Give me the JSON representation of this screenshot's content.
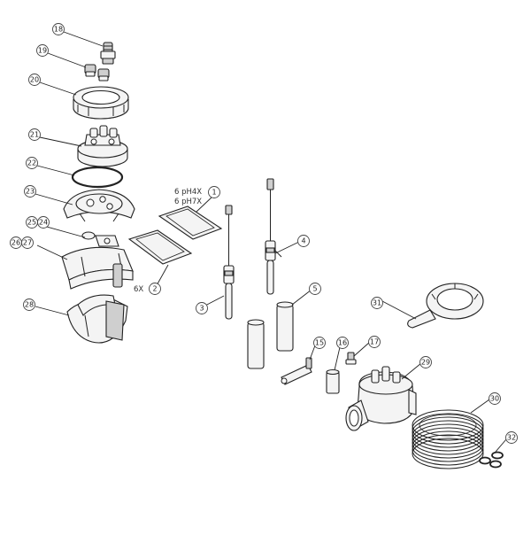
{
  "callouts": [
    {
      "id": "c18",
      "label": "18"
    },
    {
      "id": "c19",
      "label": "19"
    },
    {
      "id": "c20",
      "label": "20"
    },
    {
      "id": "c21",
      "label": "21"
    },
    {
      "id": "c22",
      "label": "22"
    },
    {
      "id": "c23",
      "label": "23"
    },
    {
      "id": "c25",
      "label": "25"
    },
    {
      "id": "c24",
      "label": "24"
    },
    {
      "id": "c26",
      "label": "26"
    },
    {
      "id": "c27",
      "label": "27"
    },
    {
      "id": "c28",
      "label": "28"
    },
    {
      "id": "c1",
      "label": "1"
    },
    {
      "id": "c2",
      "label": "2"
    },
    {
      "id": "c3",
      "label": "3"
    },
    {
      "id": "c4",
      "label": "4"
    },
    {
      "id": "c5",
      "label": "5"
    },
    {
      "id": "c15",
      "label": "15"
    },
    {
      "id": "c16",
      "label": "16"
    },
    {
      "id": "c17",
      "label": "17"
    },
    {
      "id": "c29",
      "label": "29"
    },
    {
      "id": "c30",
      "label": "30"
    },
    {
      "id": "c31",
      "label": "31"
    },
    {
      "id": "c32",
      "label": "32"
    }
  ],
  "notes": {
    "ph4": "6 pH4X",
    "ph7": "6 pH7X",
    "qty6": "6X"
  }
}
